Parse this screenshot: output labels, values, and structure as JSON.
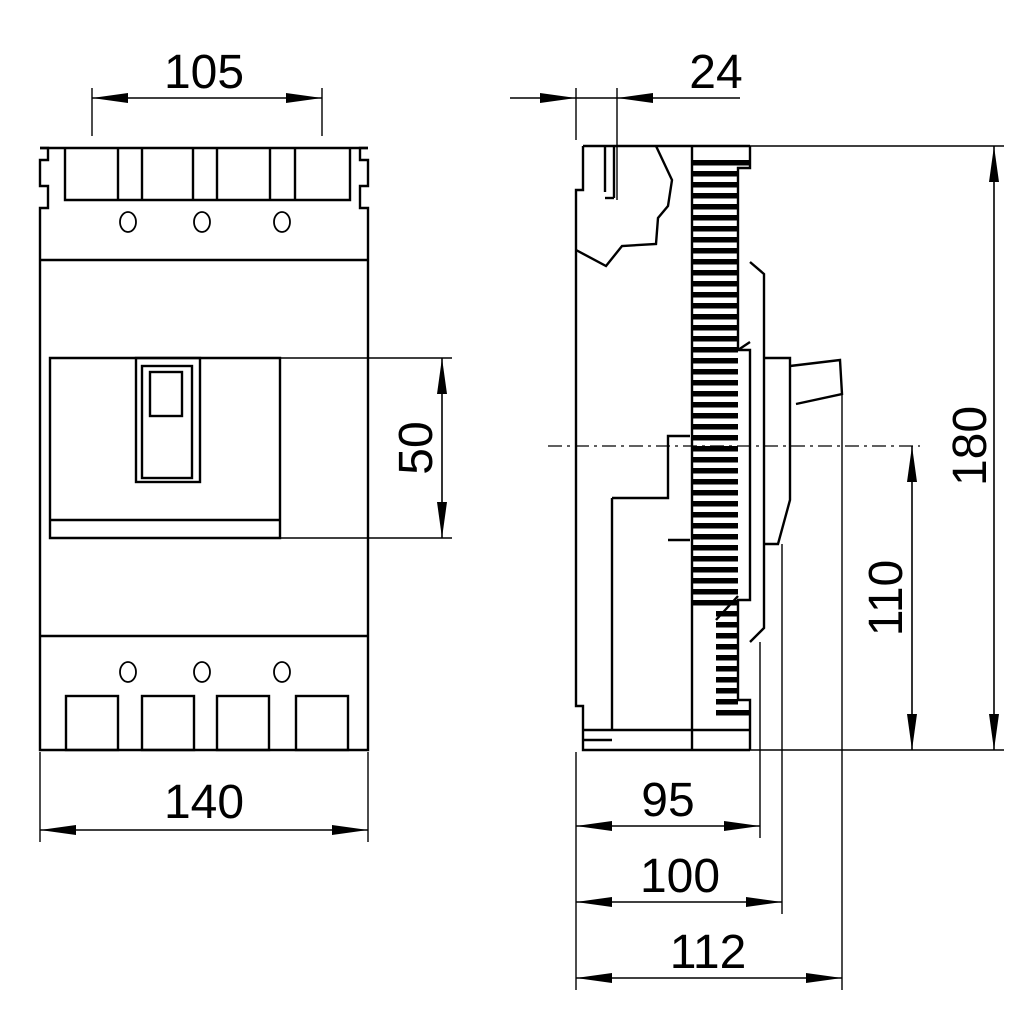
{
  "dimensions": {
    "front_top_width": "105",
    "front_bottom_width": "140",
    "handle_height": "50",
    "side_top_offset": "24",
    "side_total_height": "180",
    "side_axis_height": "110",
    "side_depth_95": "95",
    "side_depth_100": "100",
    "side_depth_112": "112"
  },
  "colors": {
    "line": "#000000",
    "background": "#ffffff"
  }
}
